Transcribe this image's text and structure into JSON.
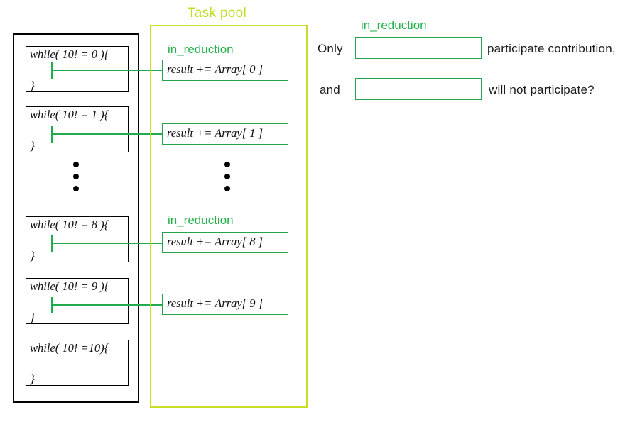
{
  "diagram": {
    "task_pool": {
      "title": "Task pool",
      "title_color": "#bce021",
      "border_color": "#c8dc28"
    },
    "accent_green": "#23a350",
    "thread_container": {
      "name": "thread-container"
    },
    "while_boxes": [
      {
        "head": "while( 10! = 0 ){",
        "tail": "}",
        "has_connector": true
      },
      {
        "head": "while( 10! = 1 ){",
        "tail": "}",
        "has_connector": true
      },
      {
        "head": "while( 10! = 8 ){",
        "tail": "}",
        "has_connector": true
      },
      {
        "head": "while( 10! = 9 ){",
        "tail": "}",
        "has_connector": true
      },
      {
        "head": "while( 10! =10){",
        "tail": "}",
        "has_connector": false
      }
    ],
    "in_reduction_labels": [
      {
        "text": "in_reduction"
      },
      {
        "text": "in_reduction"
      },
      {
        "text": "in_reduction"
      }
    ],
    "result_boxes": [
      {
        "text": "result += Array[ 0 ]"
      },
      {
        "text": "result += Array[ 1 ]"
      },
      {
        "text": "result += Array[ 8 ]"
      },
      {
        "text": "result += Array[ 9 ]"
      }
    ],
    "ellipsis_dot_count": 3
  },
  "question": {
    "label_in_reduction": "in_reduction",
    "word_only": "Only",
    "word_and": "and",
    "text_participate": "participate contribution,",
    "text_not_participate": "will not participate?",
    "blank1_value": "",
    "blank2_value": "",
    "blank_placeholder": ""
  }
}
